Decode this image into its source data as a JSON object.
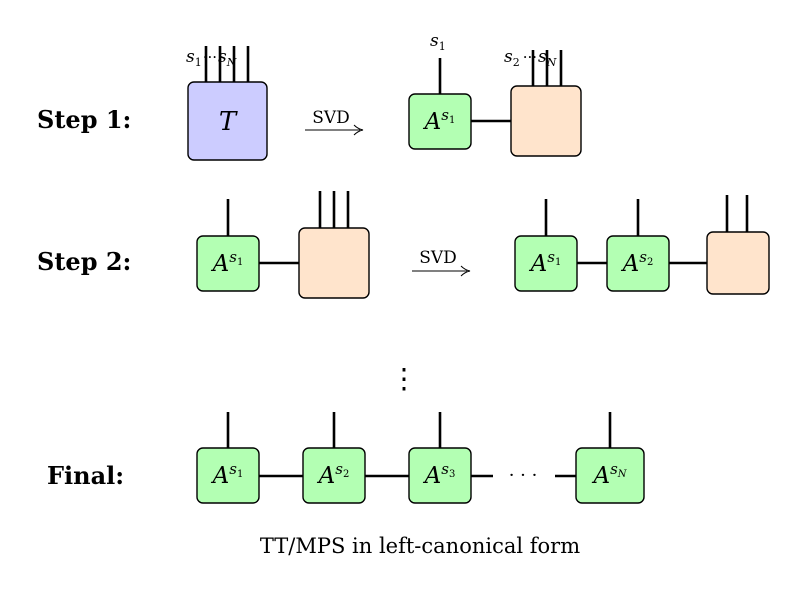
{
  "steps": {
    "step1": "Step 1:",
    "step2": "Step 2:",
    "final": "Final:"
  },
  "arrow_label": "SVD",
  "tensor": "T",
  "core_symbol": "A",
  "superscripts": [
    "s",
    "s",
    "s",
    "s"
  ],
  "subscripts": [
    "1",
    "2",
    "3",
    "N"
  ],
  "index_labels": {
    "s1": "s",
    "s1_sub": "1",
    "s2": "s",
    "s2_sub": "2",
    "sN": "s",
    "sN_sub": "N",
    "dots": "···"
  },
  "ellipsis_vertical": "⋮",
  "ellipsis_horizontal": "· · ·",
  "caption": "TT/MPS in left-canonical form",
  "colors": {
    "tensor_fill": "#ccccff",
    "core_fill": "#b3ffb3",
    "remainder_fill": "#ffe4cc"
  }
}
